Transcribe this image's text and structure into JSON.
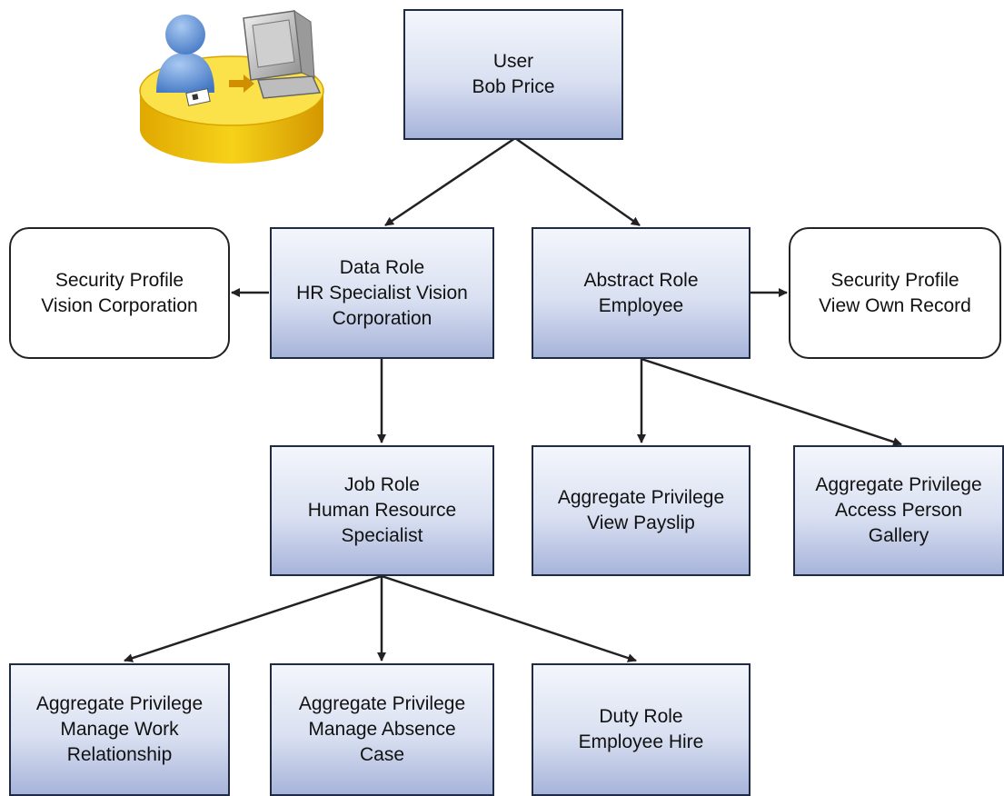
{
  "nodes": {
    "user": [
      "User",
      "Bob Price"
    ],
    "data_role": [
      "Data Role",
      "HR Specialist Vision",
      "Corporation"
    ],
    "abstract_role": [
      "Abstract Role",
      "Employee"
    ],
    "security_profile_left": [
      "Security Profile",
      "Vision Corporation"
    ],
    "security_profile_right": [
      "Security Profile",
      "View Own Record"
    ],
    "job_role": [
      "Job Role",
      "Human Resource",
      "Specialist"
    ],
    "view_payslip": [
      "Aggregate Privilege",
      "View Payslip"
    ],
    "access_gallery": [
      "Aggregate Privilege",
      "Access Person",
      "Gallery"
    ],
    "manage_work": [
      "Aggregate Privilege",
      "Manage Work",
      "Relationship"
    ],
    "manage_absence": [
      "Aggregate Privilege",
      "Manage Absence",
      "Case"
    ],
    "employee_hire": [
      "Duty Role",
      "Employee Hire"
    ]
  },
  "icons": {
    "user_workstation": "user-at-workstation-icon"
  },
  "colors": {
    "box_top": "#f4f6fc",
    "box_bottom": "#a7b4da",
    "border": "#1f2a44",
    "arrow": "#222222",
    "icon_base": "#f2c400",
    "icon_person": "#5b8fd6"
  }
}
